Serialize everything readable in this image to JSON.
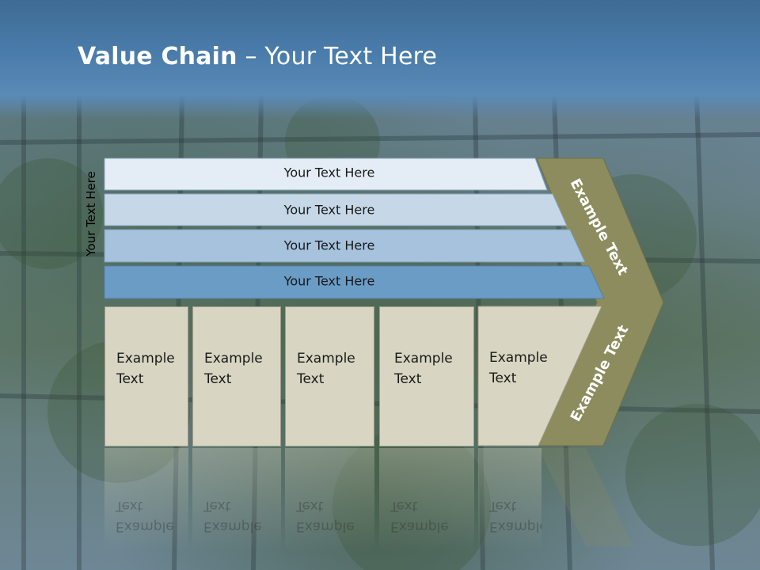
{
  "slide": {
    "title_bold": "Value Chain",
    "title_rest": " – Your Text Here",
    "side_label": "Your Text Here"
  },
  "bars": [
    {
      "label": "Your Text Here",
      "color": "#e4edf5"
    },
    {
      "label": "Your Text Here",
      "color": "#c6d8e8"
    },
    {
      "label": "Your Text Here",
      "color": "#a6c2dd"
    },
    {
      "label": "Your Text Here",
      "color": "#6a9cc6"
    }
  ],
  "boxes": [
    {
      "label": "Example Text"
    },
    {
      "label": "Example Text"
    },
    {
      "label": "Example Text"
    },
    {
      "label": "Example Text"
    },
    {
      "label": "Example Text"
    }
  ],
  "chevron": {
    "upper_label": "Example Text",
    "lower_label": "Example Text",
    "color": "#8c8c5e"
  }
}
